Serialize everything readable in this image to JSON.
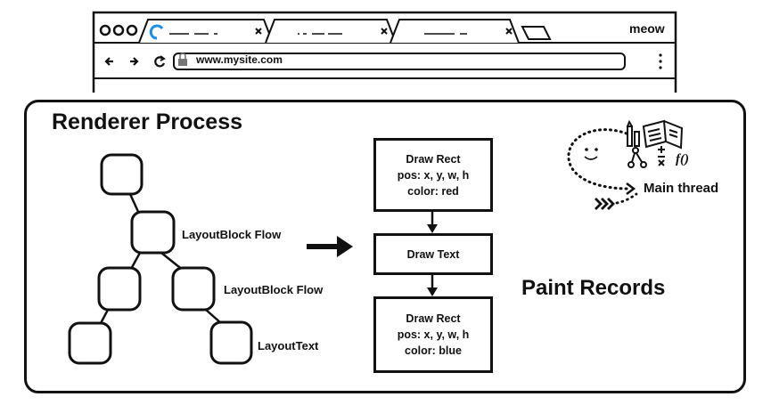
{
  "browser": {
    "url": "www.mysite.com",
    "brand": "meow"
  },
  "renderer": {
    "title": "Renderer Process"
  },
  "layout_tree": {
    "labels": {
      "block1": "LayoutBlock Flow",
      "block2": "LayoutBlock Flow",
      "text": "LayoutText"
    }
  },
  "paint_records": {
    "title": "Paint Records",
    "records": [
      [
        "Draw Rect",
        "pos: x, y, w, h",
        "color: red"
      ],
      [
        "Draw Text"
      ],
      [
        "Draw Rect",
        "pos: x, y, w, h",
        "color: blue"
      ]
    ]
  },
  "main_thread": {
    "label": "Main thread",
    "formula_glyph": "f()"
  }
}
